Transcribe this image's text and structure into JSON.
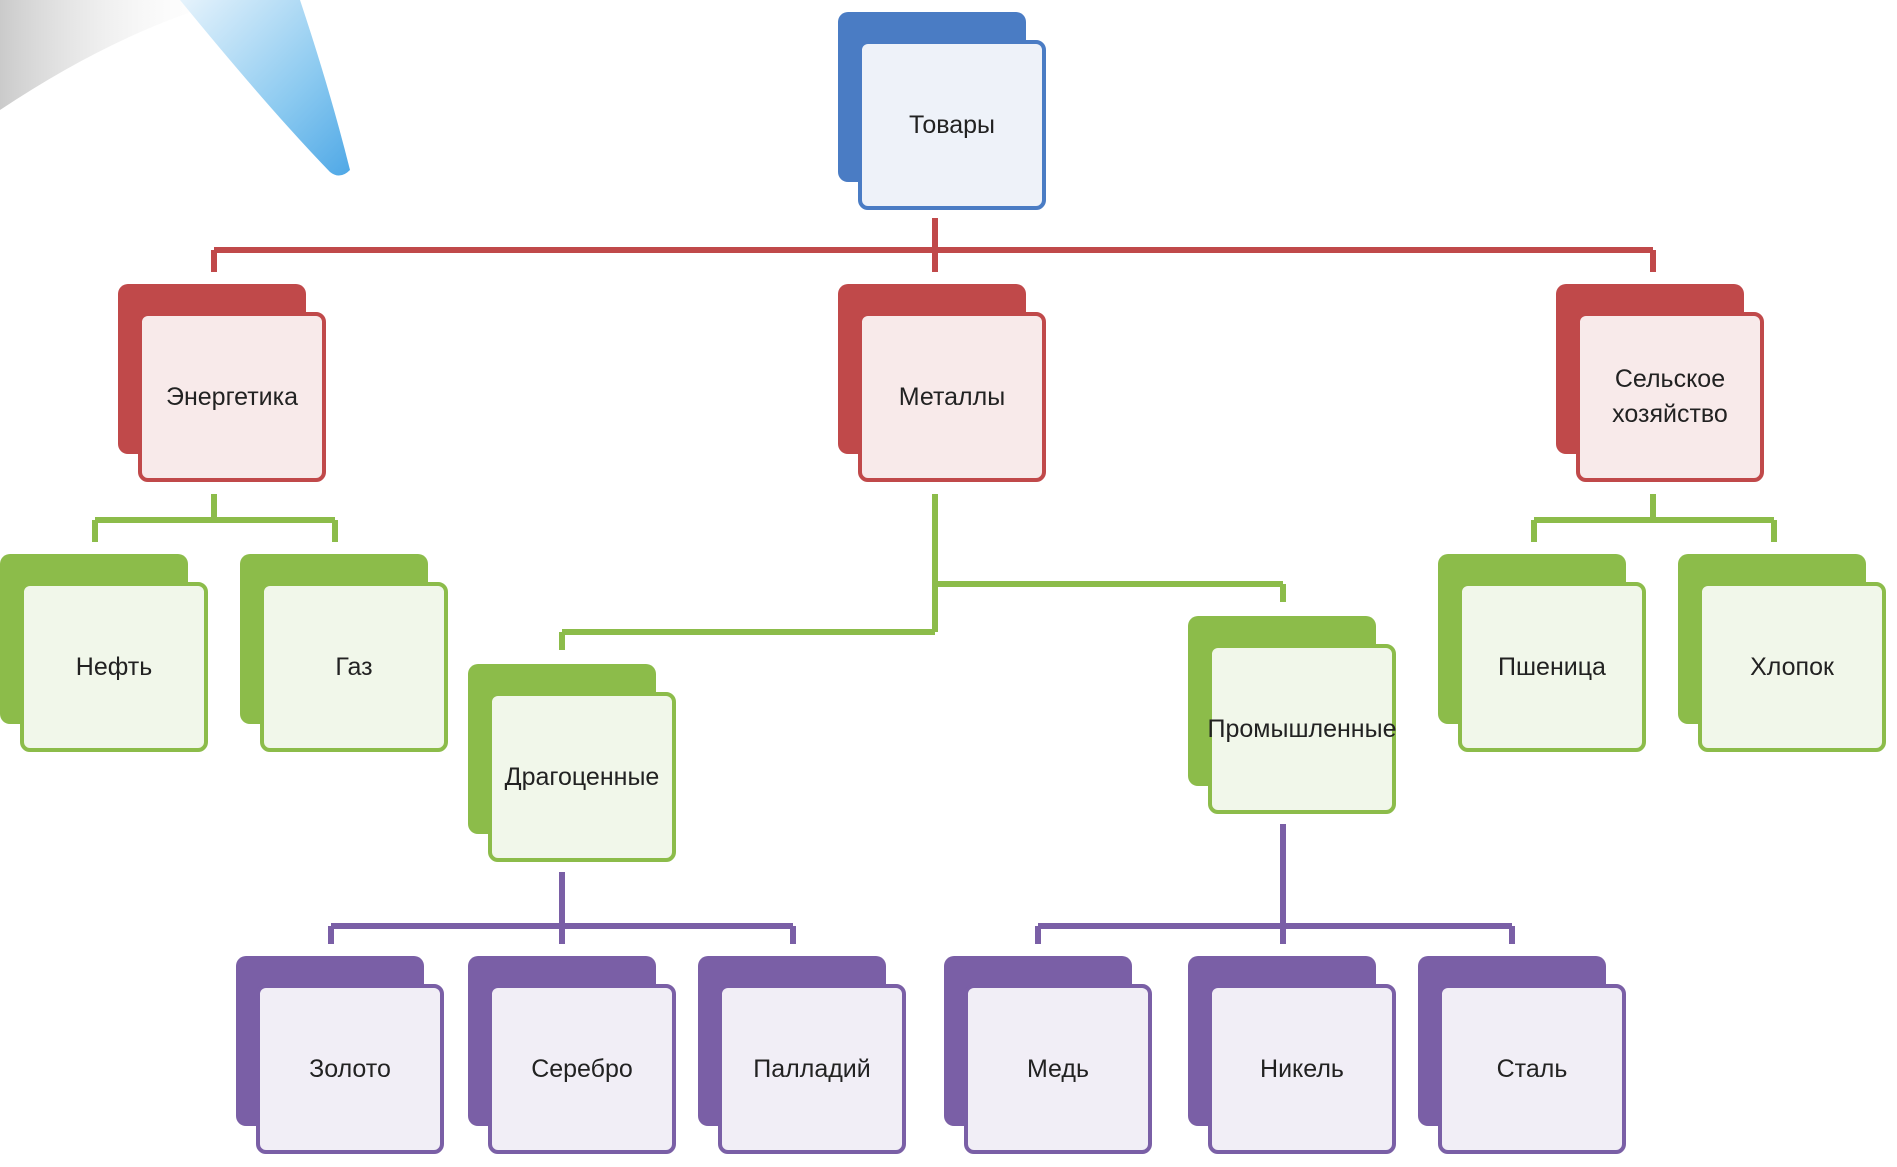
{
  "diagram": {
    "nodes": {
      "goods": "Товары",
      "energy": "Энергетика",
      "metals": "Металлы",
      "agriculture": "Сельское\nхозяйство",
      "oil": "Нефть",
      "gas": "Газ",
      "precious": "Драгоценные",
      "industrial": "Промышленные",
      "wheat": "Пшеница",
      "cotton": "Хлопок",
      "gold": "Золото",
      "silver": "Серебро",
      "palladium": "Палладий",
      "copper": "Медь",
      "nickel": "Никель",
      "steel": "Сталь"
    },
    "colors": {
      "root": "#4a7cc4",
      "category": "#c0494a",
      "subcategory": "#8cbc4a",
      "item": "#7a5fa6"
    }
  }
}
